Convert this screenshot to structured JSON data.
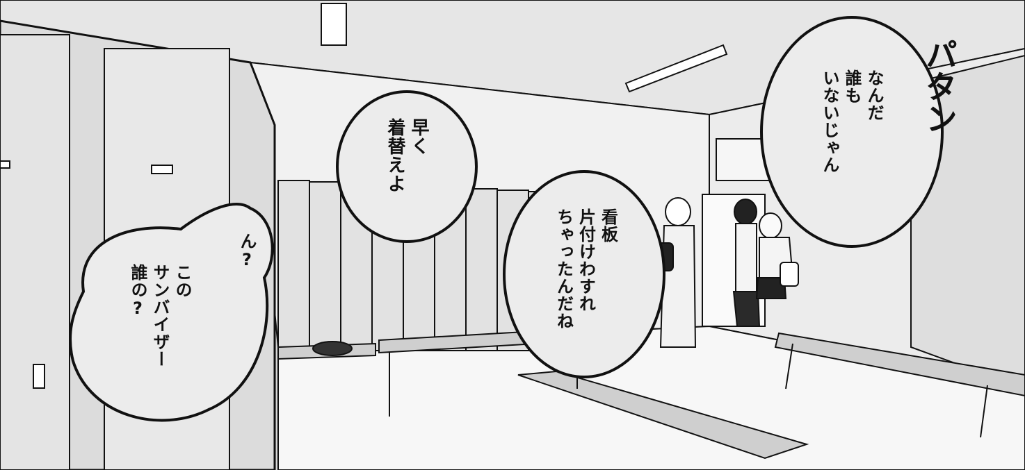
{
  "bubbles": {
    "hayaku": {
      "lines": [
        "早く",
        "着替えよ"
      ]
    },
    "kanban": {
      "lines": [
        "看板",
        "片付けわすれ",
        "ちゃったんだね"
      ]
    },
    "nanda": {
      "lines": [
        "なんだ",
        "誰も",
        "いないじゃん"
      ]
    },
    "n": {
      "lines": [
        "ん?"
      ]
    },
    "sunvisor": {
      "lines": [
        "この",
        "サンバイザー",
        "誰の?"
      ]
    }
  },
  "sfx": {
    "door": "パタン"
  }
}
